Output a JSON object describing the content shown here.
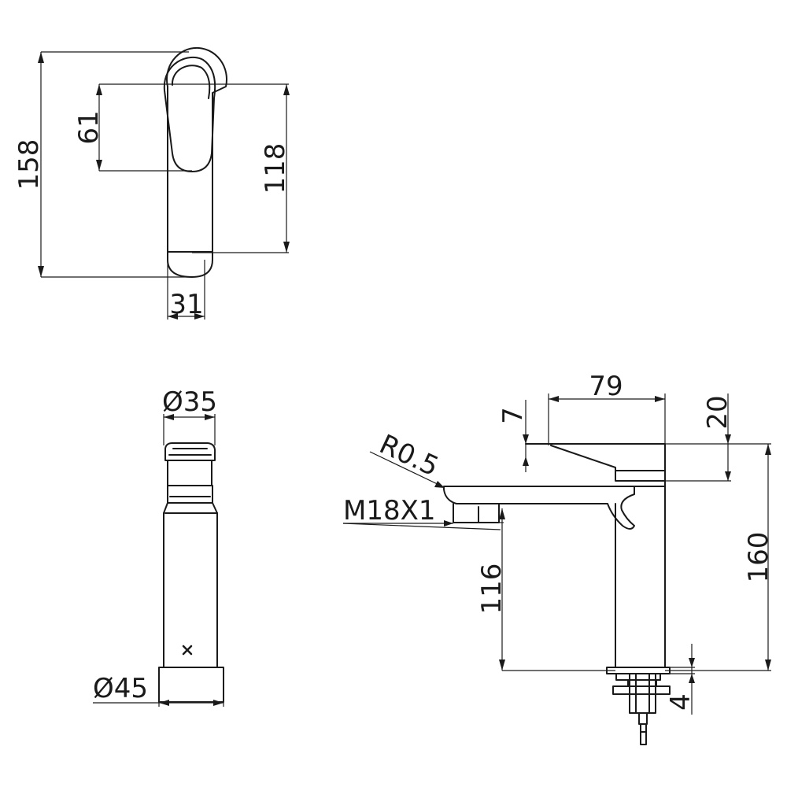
{
  "line_color": "#1a1a1a",
  "background": "#ffffff",
  "views": {
    "top": {
      "overall_length": "158",
      "lever_length": "61",
      "body_length": "118",
      "width": "31"
    },
    "front": {
      "head_diameter": "Ø35",
      "base_diameter": "Ø45"
    },
    "side": {
      "spout_reach": "79",
      "handle_offset": "7",
      "handle_height": "20",
      "edge_radius": "R0.5",
      "thread": "M18X1",
      "spout_height": "116",
      "overall_height": "160",
      "base_gasket": "4"
    }
  }
}
